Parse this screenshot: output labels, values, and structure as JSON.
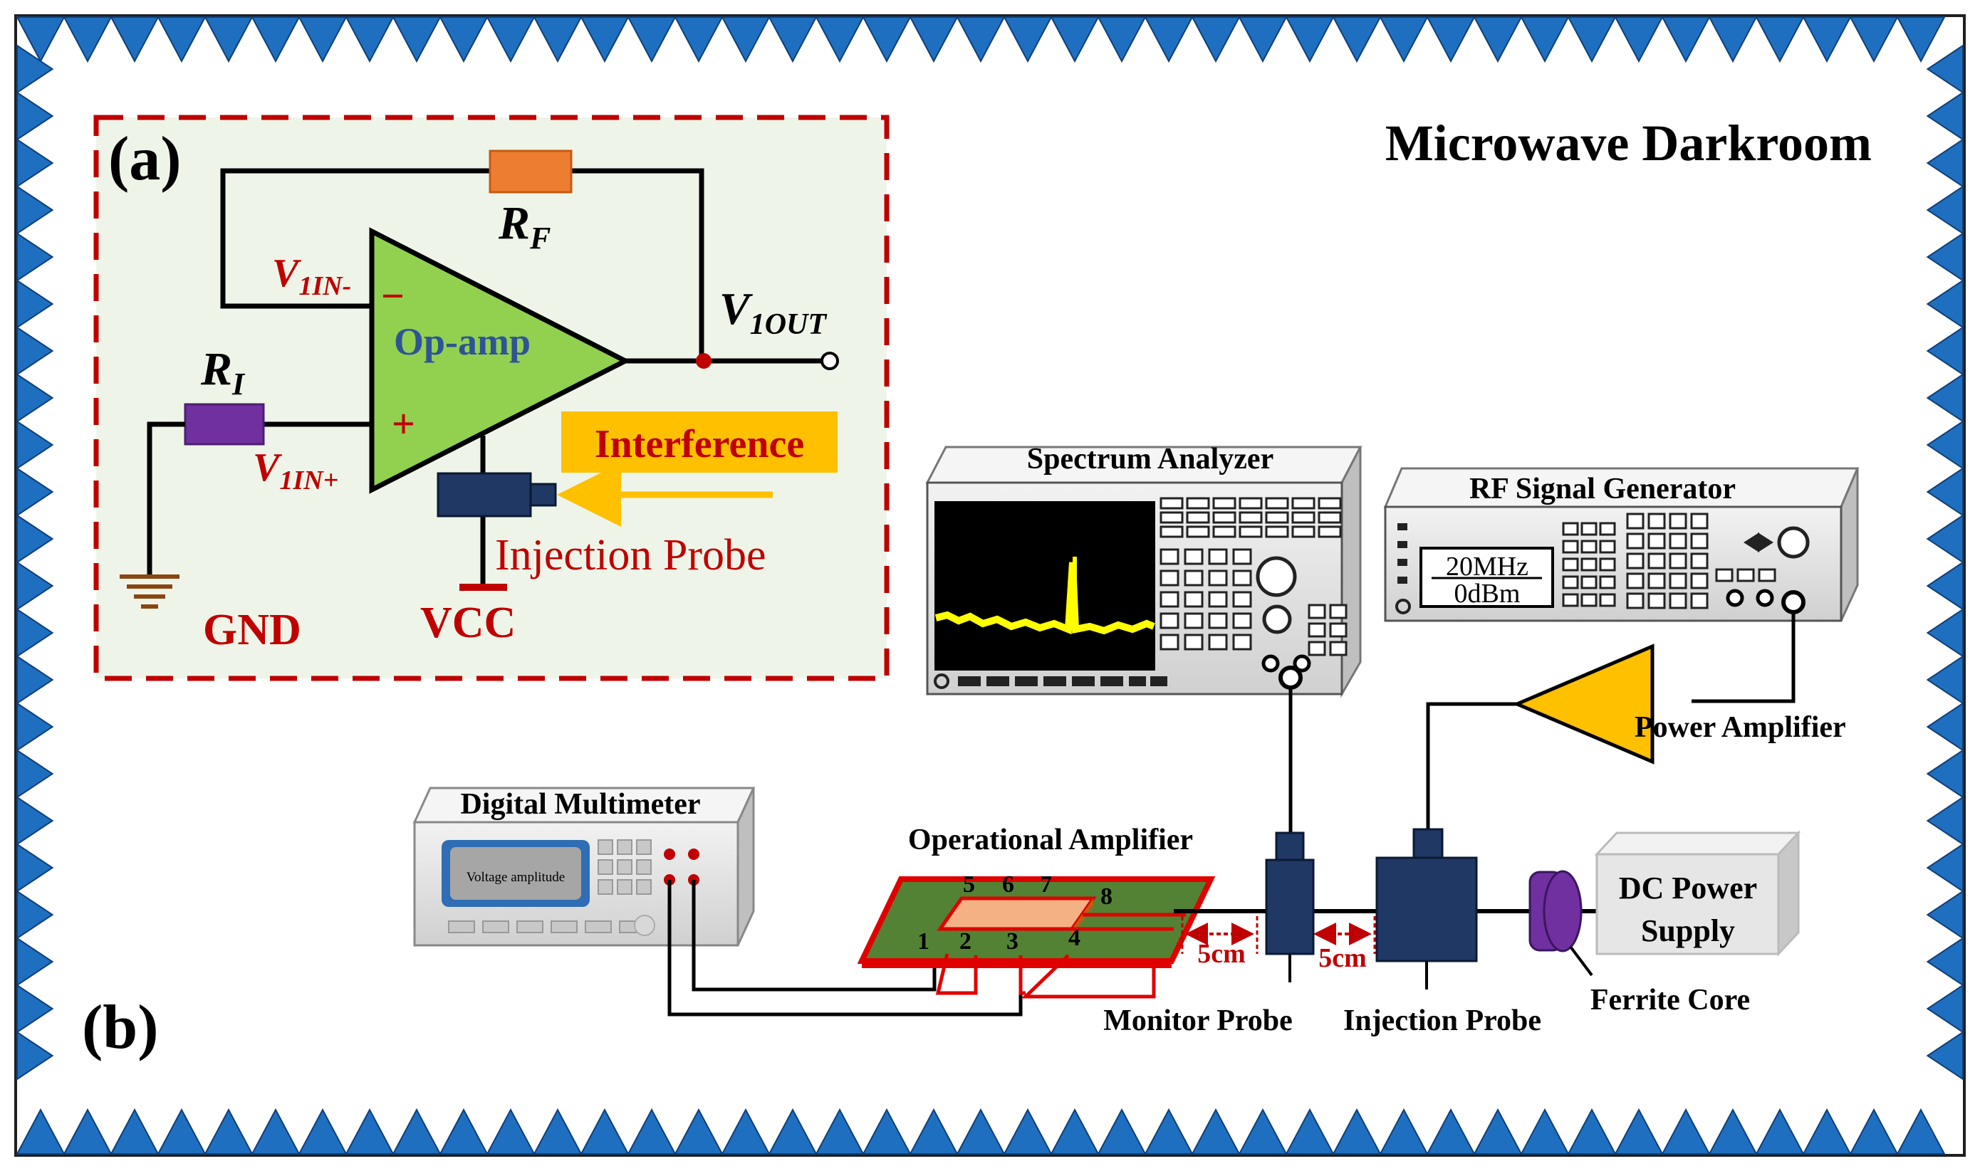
{
  "room": {
    "title": "Microwave Darkroom"
  },
  "panel_a": {
    "label": "(a)",
    "rf_label": "R",
    "rf_sub": "F",
    "ri_label": "R",
    "ri_sub": "I",
    "v_in_minus": "V",
    "v_in_minus_sub": "1IN-",
    "v_in_plus": "V",
    "v_in_plus_sub": "1IN+",
    "v_out": "V",
    "v_out_sub": "1OUT",
    "minus_sign": "−",
    "plus_sign": "+",
    "opamp_label": "Op-amp",
    "interference_label": "Interference",
    "injection_probe_label": "Injection Probe",
    "gnd_label": "GND",
    "vcc_label": "VCC"
  },
  "panel_b": {
    "label": "(b)",
    "spectrum_analyzer": "Spectrum Analyzer",
    "rf_signal_generator": "RF Signal Generator",
    "generator_freq": "20MHz",
    "generator_power": "0dBm",
    "power_amplifier": "Power Amplifier",
    "digital_multimeter": "Digital Multimeter",
    "multimeter_display": "Voltage amplitude",
    "operational_amplifier": "Operational Amplifier",
    "pins": [
      "1",
      "2",
      "3",
      "4",
      "5",
      "6",
      "7",
      "8"
    ],
    "spacing_1": "5cm",
    "spacing_2": "5cm",
    "monitor_probe": "Monitor Probe",
    "injection_probe": "Injection Probe",
    "ferrite_core": "Ferrite Core",
    "dc_power_line1": "DC Power",
    "dc_power_line2": "Supply"
  },
  "colors": {
    "border_blue": "#1f6fc0",
    "frame_red": "#c00000",
    "opamp_green": "#92d050",
    "resistor_orange": "#ed7d31",
    "resistor_purple": "#7030a0",
    "probe_navy": "#1f3864",
    "interference_fill": "#ffc000",
    "label_red": "#c00000",
    "opamp_text": "#2e5496",
    "spectrum_trace": "#ffff00",
    "pcb_green": "#548235"
  }
}
